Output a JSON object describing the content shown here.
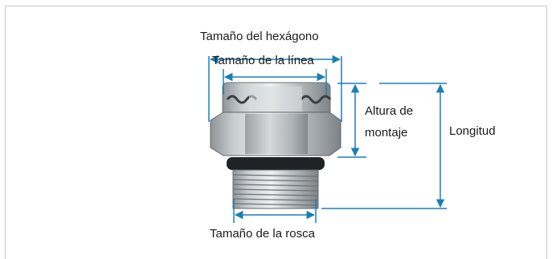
{
  "labels": {
    "hex_size": "Tamaño del hexágono",
    "line_size": "Tamaño de la línea",
    "mount_height_line1": "Altura de",
    "mount_height_line2": "montaje",
    "length": "Longitud",
    "thread_size": "Tamaño de la rosca"
  },
  "colors": {
    "dimension_lines": "#1a7fb4",
    "frame_border": "#c9c9c9",
    "text": "#1a1a1a"
  }
}
